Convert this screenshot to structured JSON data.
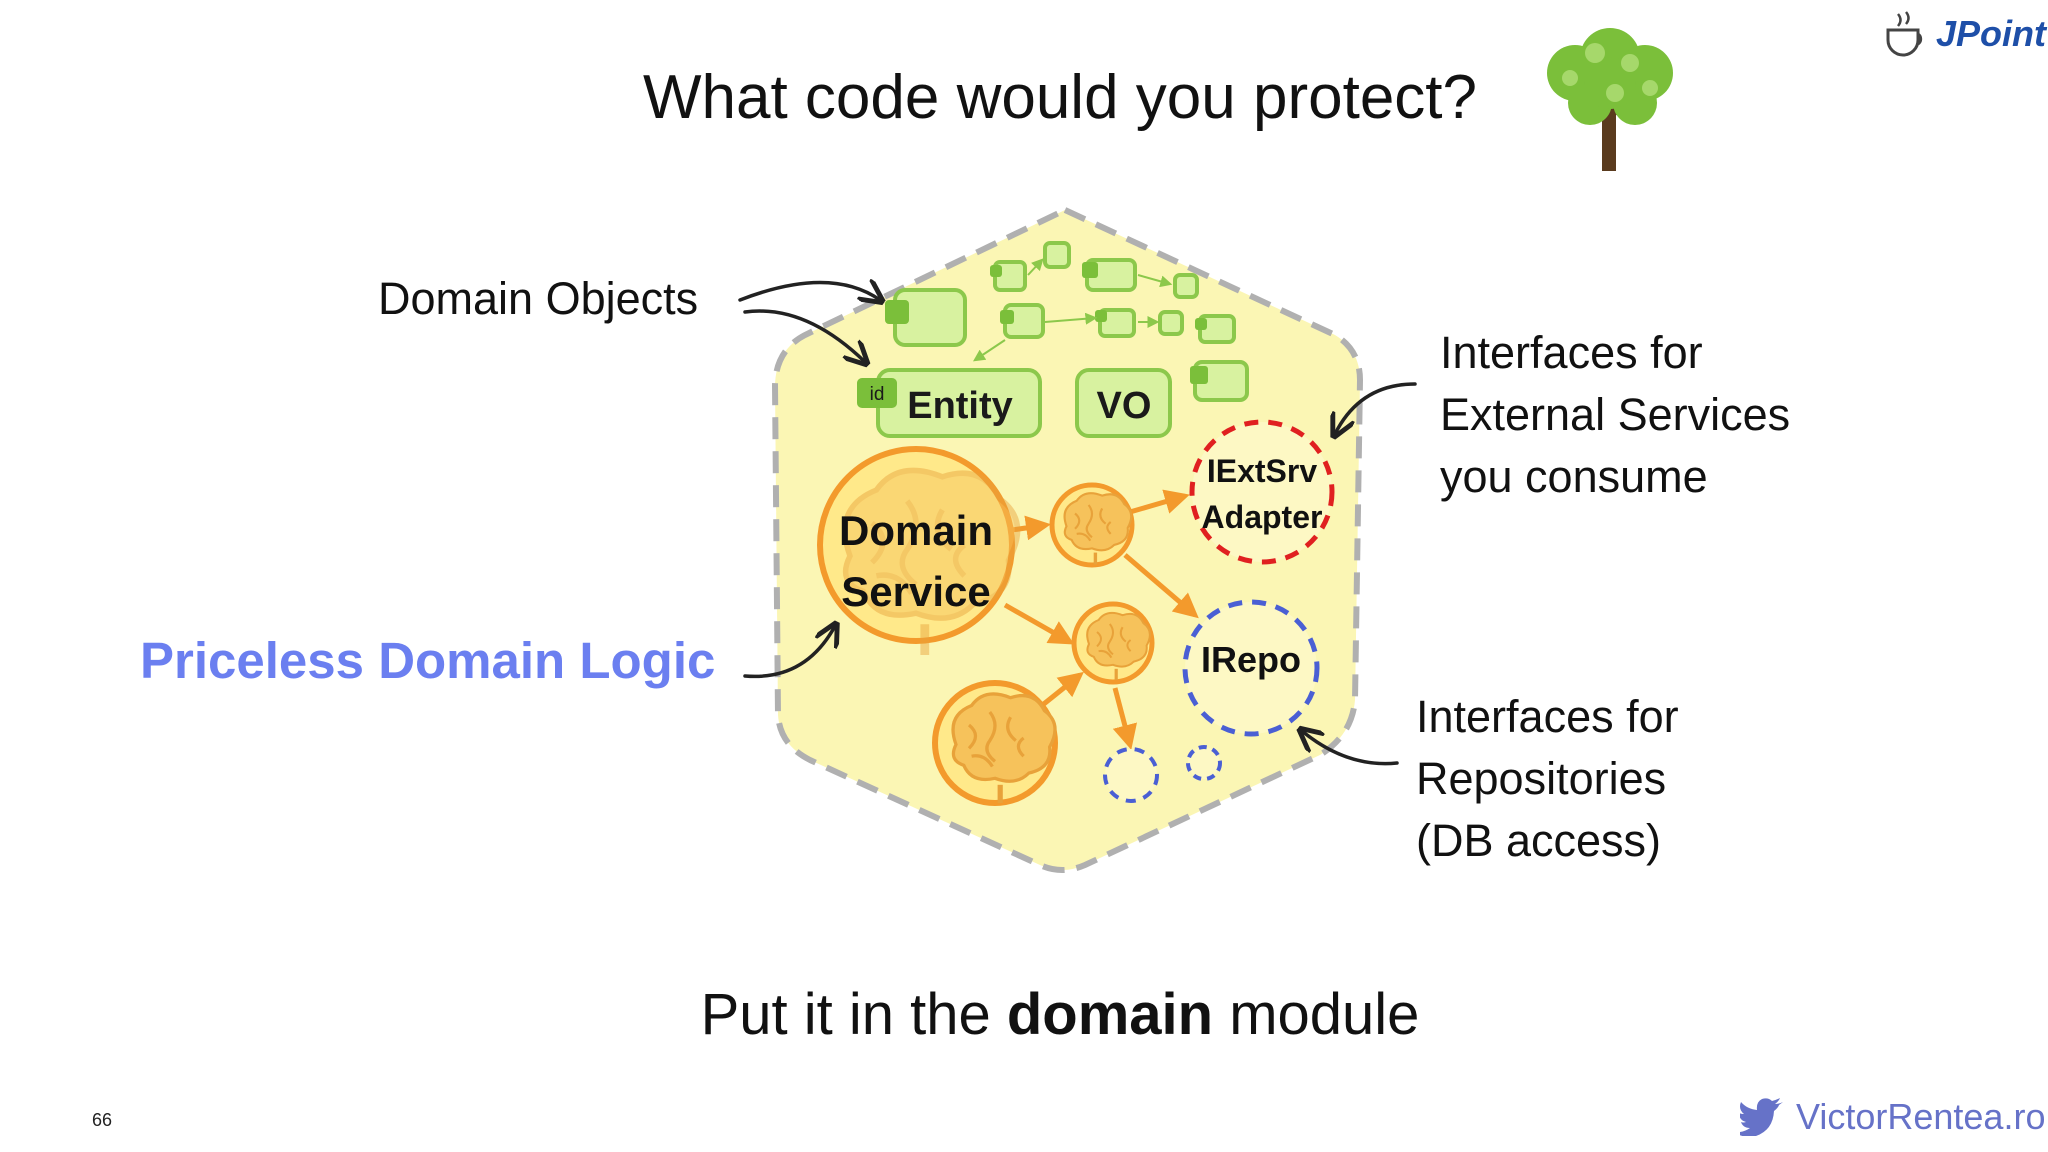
{
  "slide": {
    "title": "What code would you protect?",
    "page_number": "66",
    "conference_logo_text": "JPoint",
    "author_site": "VictorRentea.ro"
  },
  "labels": {
    "domain_objects": "Domain Objects",
    "priceless_logic": "Priceless Domain Logic",
    "ext_services": [
      "Interfaces for",
      "External Services",
      "you consume"
    ],
    "repositories": [
      "Interfaces for",
      "Repositories",
      "(DB access)"
    ]
  },
  "diagram": {
    "entity_tag": "id",
    "entity": "Entity",
    "vo": "VO",
    "domain_service_line1": "Domain",
    "domain_service_line2": "Service",
    "adapter_line1": "IExtSrv",
    "adapter_line2": "Adapter",
    "repo": "IRepo",
    "colors": {
      "hexagon_fill": "#fbf6b4",
      "hexagon_border": "#b0b0b0",
      "green_box": "#d8f2a0",
      "green_border": "#8cc84b",
      "service_fill": "#ffe98a",
      "service_border": "#f39a2c",
      "arrow": "#f39a2c",
      "adapter_border": "#e02020",
      "repo_border": "#4a5fd4"
    }
  },
  "footer": {
    "prefix": "Put it in the ",
    "emphasis": "domain",
    "suffix": " module"
  },
  "icons": [
    "tree-icon",
    "coffee-cup-icon",
    "twitter-bird-icon",
    "brain-icon"
  ]
}
